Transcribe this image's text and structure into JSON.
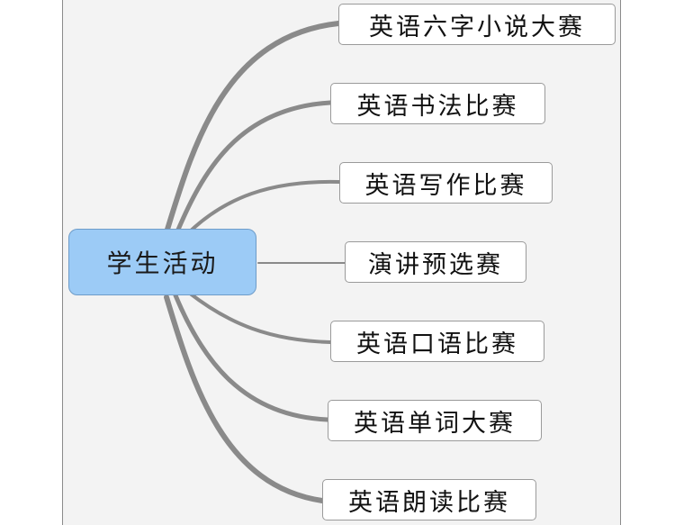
{
  "mindmap": {
    "root": {
      "label": "学生活动"
    },
    "branches": [
      {
        "id": "b1",
        "label": "英语六字小说大赛"
      },
      {
        "id": "b2",
        "label": "英语书法比赛"
      },
      {
        "id": "b3",
        "label": "英语写作比赛"
      },
      {
        "id": "b4",
        "label": "演讲预选赛"
      },
      {
        "id": "b5",
        "label": "英语口语比赛"
      },
      {
        "id": "b6",
        "label": "英语单词大赛"
      },
      {
        "id": "b7",
        "label": "英语朗读比赛"
      }
    ]
  },
  "colors": {
    "root_fill": "#9ccbf6",
    "connector": "#8a8a8a",
    "background": "#f3f3f3"
  }
}
